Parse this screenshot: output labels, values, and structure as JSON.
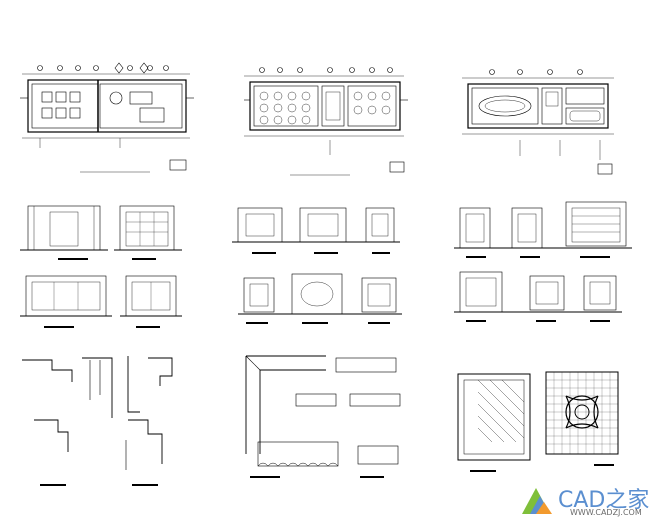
{
  "drawing": {
    "description_hidden": "",
    "sheet_columns": 3,
    "rows": [
      {
        "row": "plans",
        "panels": [
          "plan-1",
          "plan-2",
          "plan-3"
        ]
      },
      {
        "row": "elevations-a",
        "panels": [
          "elev-1a",
          "elev-1b",
          "elev-2a",
          "elev-2b",
          "elev-2c",
          "elev-3a",
          "elev-3b",
          "elev-3c"
        ]
      },
      {
        "row": "elevations-b",
        "panels": [
          "elev-1c",
          "elev-1d",
          "elev-2d",
          "elev-2e",
          "elev-2f",
          "elev-3d",
          "elev-3e",
          "elev-3f"
        ]
      },
      {
        "row": "details",
        "panels": [
          "detail-1",
          "detail-2",
          "pattern-3"
        ]
      }
    ]
  },
  "watermark": {
    "brand": "CAD之家",
    "url": "WWW.CADZJ.COM",
    "colors": {
      "blue": "#5b8fd0",
      "green": "#7fbf3a",
      "orange": "#f29a2e",
      "gray": "#6a6a6a"
    }
  },
  "colors": {
    "line": "#000000",
    "background": "#ffffff"
  }
}
